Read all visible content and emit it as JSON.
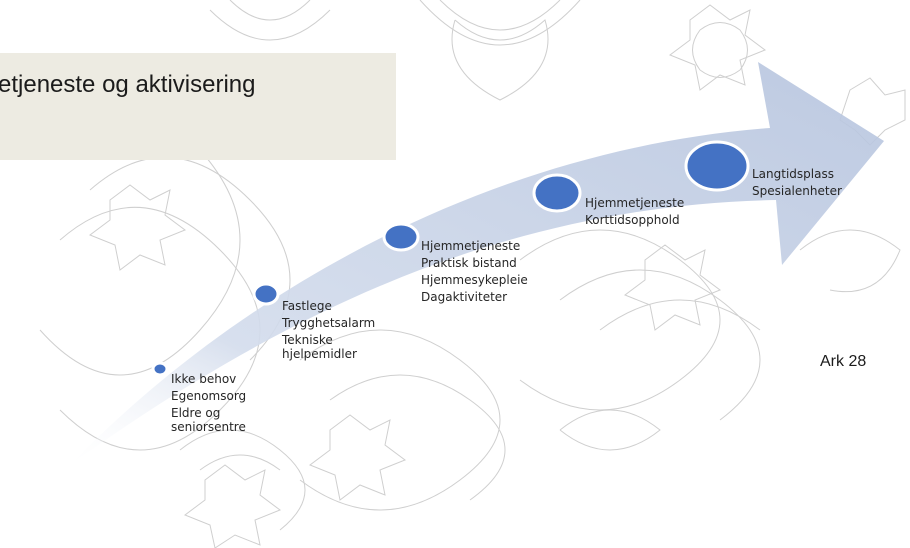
{
  "title": "etjeneste og aktivisering",
  "page_label": "Ark 28",
  "colors": {
    "arrow_fill": "#bfcbe0",
    "node_fill": "#4472c4",
    "pattern_stroke": "#c9c9c9",
    "title_bg": "#edebe2"
  },
  "stages": [
    {
      "items": [
        "Ikke behov",
        "Egenomsorg",
        "Eldre og seniorsentre"
      ]
    },
    {
      "items": [
        "Fastlege",
        "Trygghetsalarm",
        "Tekniske hjelpemidler"
      ]
    },
    {
      "items": [
        "Hjemmetjeneste",
        "Praktisk bistand",
        "Hjemmesykepleie",
        "Dagaktiviteter"
      ]
    },
    {
      "items": [
        "Hjemmetjeneste",
        "Korttidsopphold"
      ]
    },
    {
      "items": [
        "Langtidsplass",
        "Spesialenheter"
      ]
    }
  ]
}
